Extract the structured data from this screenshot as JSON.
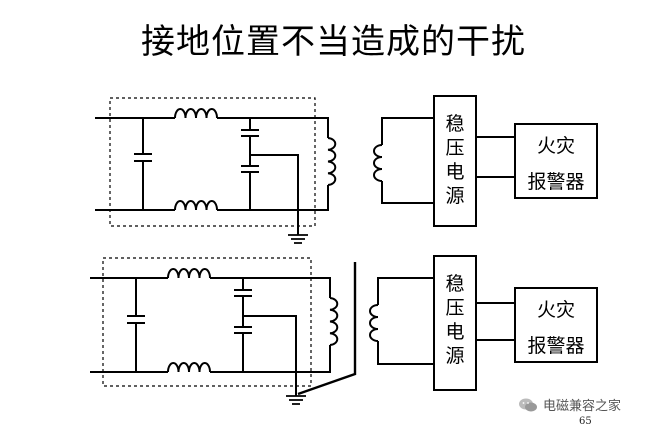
{
  "title": "接地位置不当造成的干扰",
  "top_circuit": {
    "regulator_chars": [
      "稳",
      "压",
      "电",
      "源"
    ],
    "alarm_line1": "火灾",
    "alarm_line2": "报警器"
  },
  "bottom_circuit": {
    "regulator_chars": [
      "稳",
      "压",
      "电",
      "源"
    ],
    "alarm_line1": "火灾",
    "alarm_line2": "报警器"
  },
  "footer": {
    "page_number": "65",
    "watermark_text": "电磁兼容之家"
  }
}
